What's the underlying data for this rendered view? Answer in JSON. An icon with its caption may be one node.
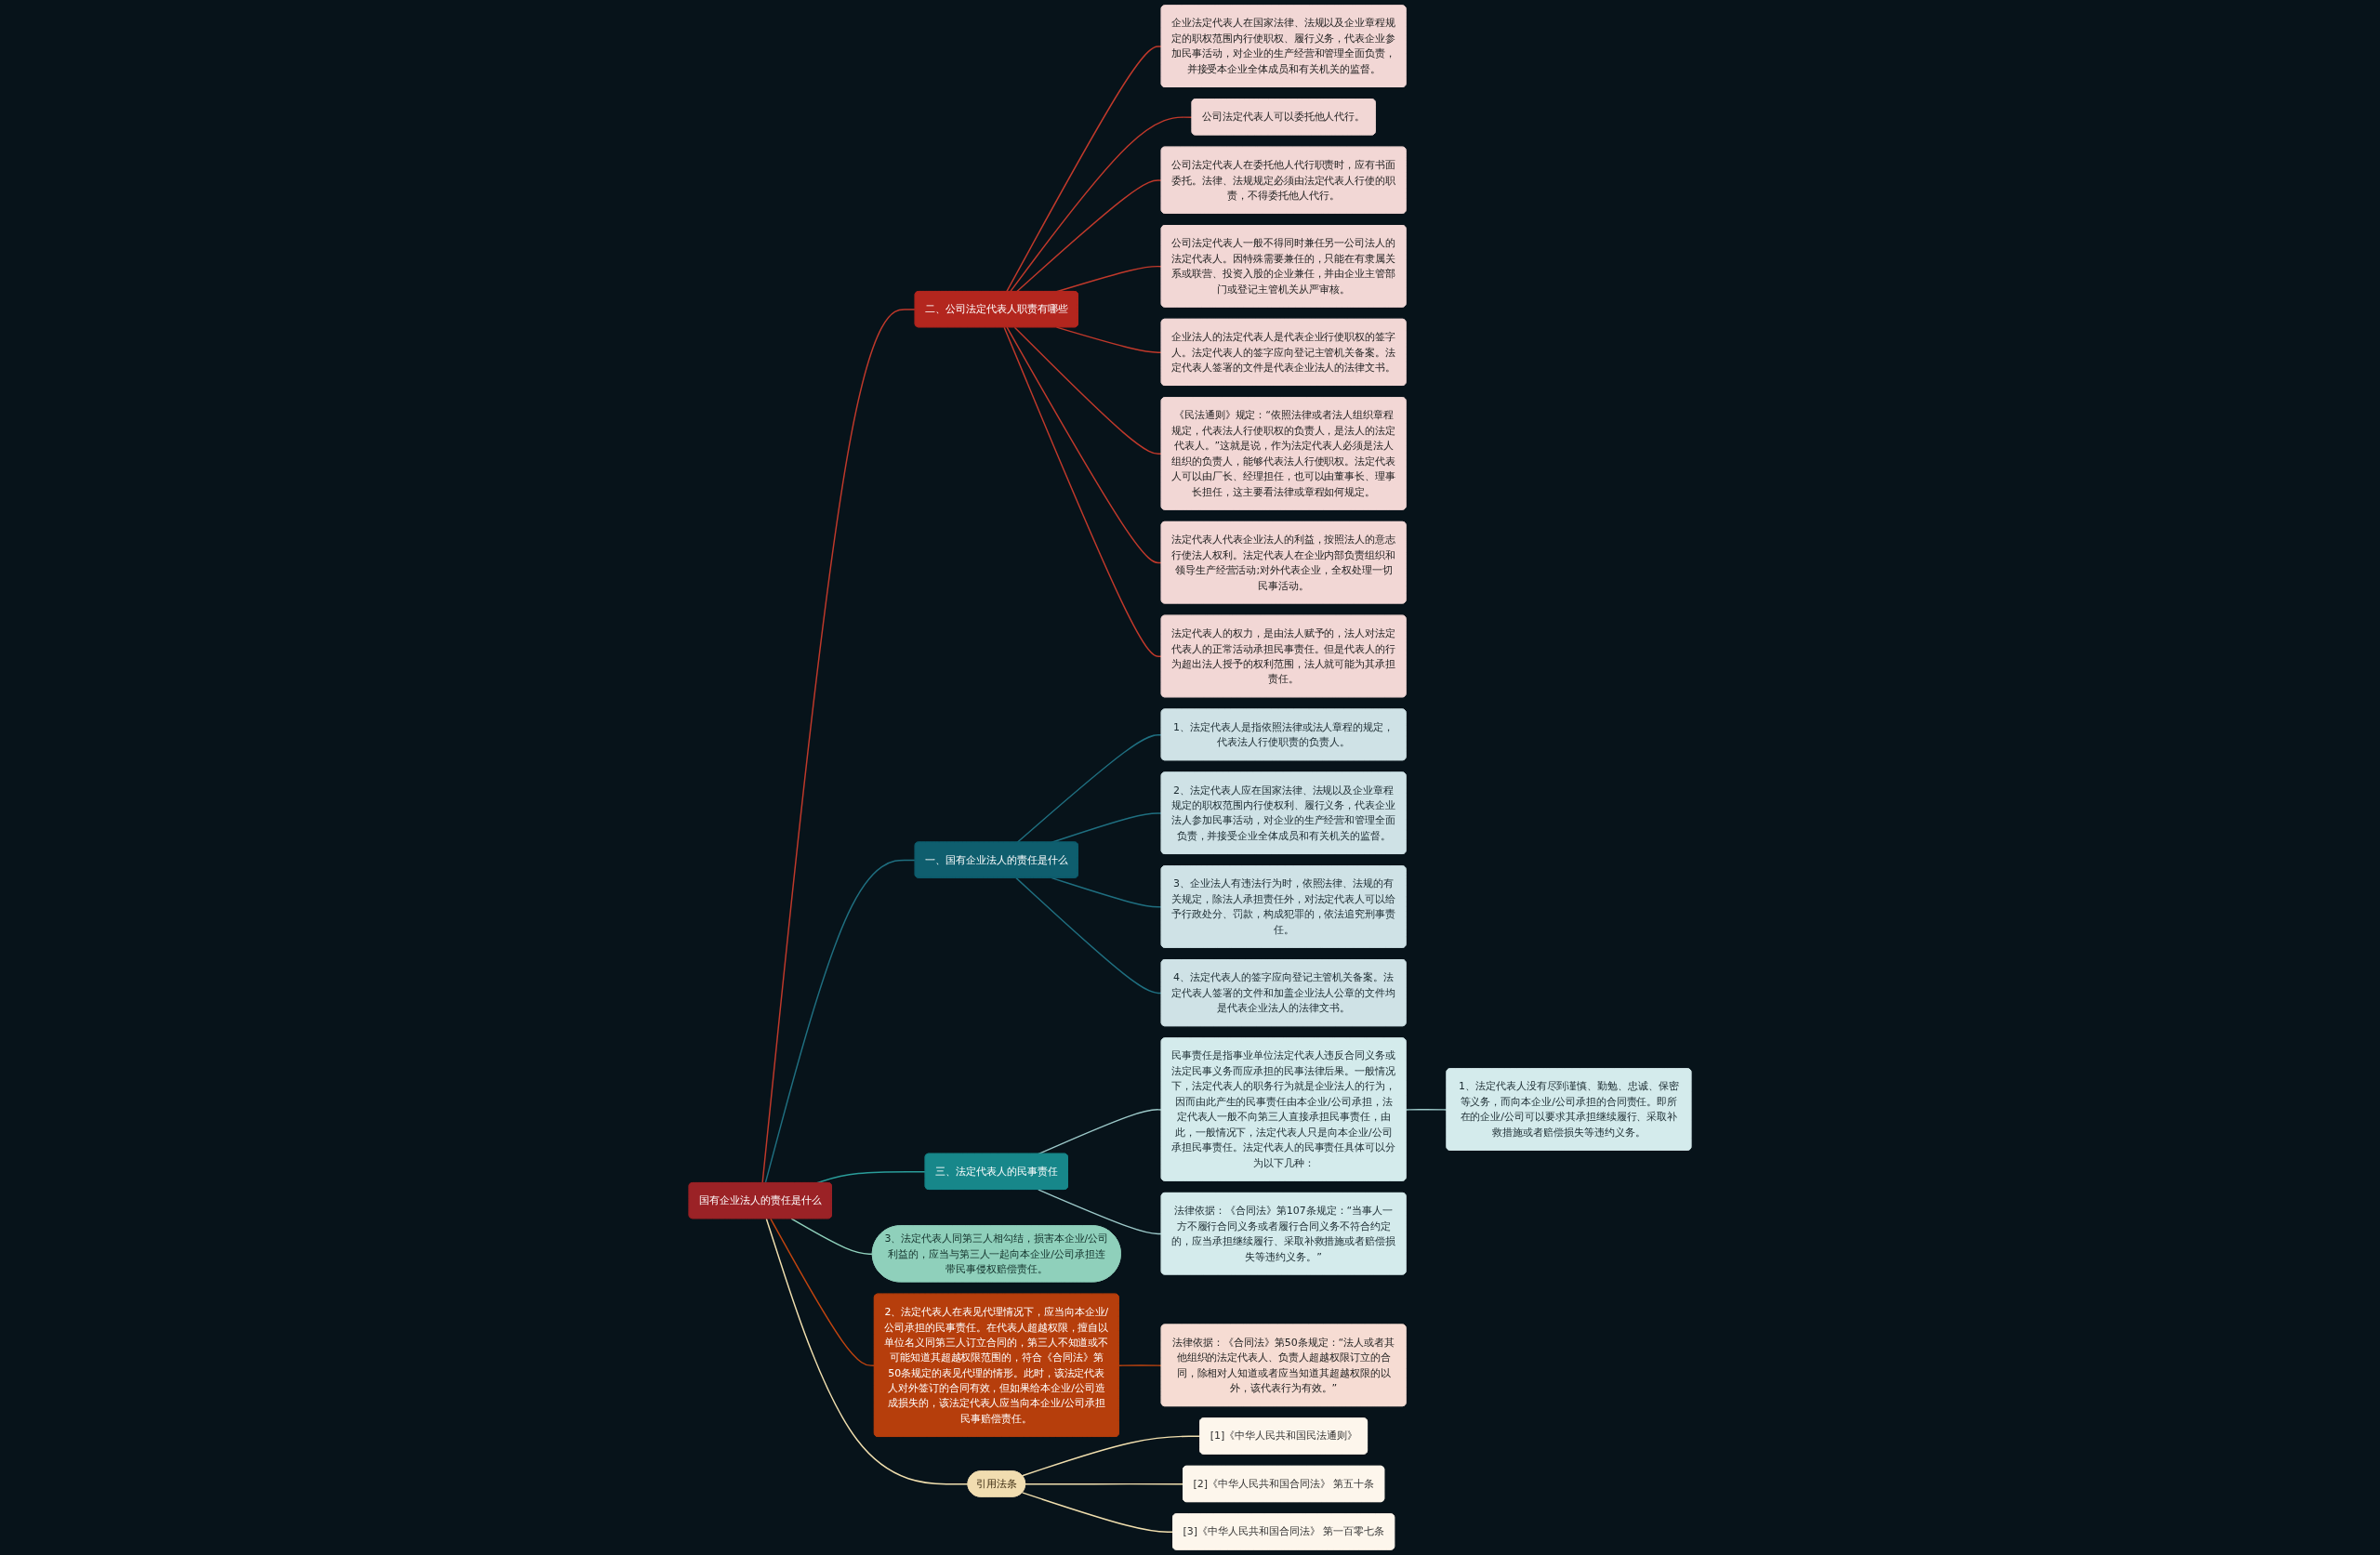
{
  "diagram": {
    "nodes": [
      {
        "text": [
          "国有企业法人的责任是什么"
        ]
      },
      {
        "text": [
          "二、公司法定代表人职责有哪些"
        ]
      },
      {
        "text": [
          "企业法定代表人在国家法律、法规以及企业章程规定的职权范围内行使职权、履行义务，代表企业参加民事活动，对企业的生产经营和管理全面负责，并接受本企业全体成员和有关机关的监督。"
        ]
      },
      {
        "text": [
          "公司法定代表人可以委托他人代行。"
        ]
      },
      {
        "text": [
          "公司法定代表人在委托他人代行职责时，应有书面委托。法律、法规规定必须由法定代表人行使的职责，不得委托他人代行。"
        ]
      },
      {
        "text": [
          "公司法定代表人一般不得同时兼任另一公司法人的法定代表人。因特殊需要兼任的，只能在有隶属关系或联营、投资入股的企业兼任，并由企业主管部门或登记主管机关从严审核。"
        ]
      },
      {
        "text": [
          "企业法人的法定代表人是代表企业行使职权的签字人。法定代表人的签字应向登记主管机关备案。法定代表人签署的文件是代表企业法人的法律文书。"
        ]
      },
      {
        "text": [
          "《民法通则》规定：“依照法律或者法人组织章程规定，代表法人行使职权的负责人，是法人的法定代表人。”这就是说，作为法定代表人必须是法人组织的负责人，能够代表法人行使职权。法定代表人可以由厂长、经理担任，也可以由董事长、理事长担任，这主要看法律或章程如何规定。"
        ]
      },
      {
        "text": [
          "法定代表人代表企业法人的利益，按照法人的意志行使法人权利。法定代表人在企业内部负责组织和领导生产经营活动;对外代表企业，全权处理一切民事活动。"
        ]
      },
      {
        "text": [
          "法定代表人的权力，是由法人赋予的，法人对法定代表人的正常活动承担民事责任。但是代表人的行为超出法人授予的权利范围，法人就可能为其承担责任。"
        ]
      },
      {
        "text": [
          "一、国有企业法人的责任是什么"
        ]
      },
      {
        "text": [
          "1、法定代表人是指依照法律或法人章程的规定，代表法人行使职责的负责人。"
        ]
      },
      {
        "text": [
          "2、法定代表人应在国家法律、法规以及企业章程规定的职权范围内行使权利、履行义务，代表企业法人参加民事活动，对企业的生产经营和管理全面负责，并接受企业全体成员和有关机关的监督。"
        ]
      },
      {
        "text": [
          "3、企业法人有违法行为时，依照法律、法规的有关规定，除法人承担责任外，对法定代表人可以给予行政处分、罚款，构成犯罪的，依法追究刑事责任。"
        ]
      },
      {
        "text": [
          "4、法定代表人的签字应向登记主管机关备案。法定代表人签署的文件和加盖企业法人公章的文件均是代表企业法人的法律文书。"
        ]
      },
      {
        "text": [
          "三、法定代表人的民事责任"
        ]
      },
      {
        "text": [
          "民事责任是指事业单位法定代表人违反合同义务或法定民事义务而应承担的民事法律后果。一般情况下，法定代表人的职务行为就是企业法人的行为，因而由此产生的民事责任由本企业/公司承担，法定代表人一般不向第三人直接承担民事责任，由此，一般情况下，法定代表人只是向本企业/公司承担民事责任。法定代表人的民事责任具体可以分为以下几种："
        ]
      },
      {
        "text": [
          "1、法定代表人没有尽到谨慎、勤勉、忠诚、保密等义务，而向本企业/公司承担的合同责任。即所在的企业/公司可以要求其承担继续履行、采取补救措施或者赔偿损失等违约义务。"
        ]
      },
      {
        "text": [
          "法律依据：《合同法》第107条规定：“当事人一方不履行合同义务或者履行合同义务不符合约定的，应当承担继续履行、采取补救措施或者赔偿损失等违约义务。”"
        ]
      },
      {
        "text": [
          "3、法定代表人同第三人相勾结，损害本企业/公司利益的，应当与第三人一起向本企业/公司承担连带民事侵权赔偿责任。"
        ]
      },
      {
        "text": [
          "2、法定代表人在表见代理情况下，应当向本企业/公司承担的民事责任。在代表人超越权限，擅自以单位名义同第三人订立合同的，第三人不知道或不可能知道其超越权限范围的，符合《合同法》第50条规定的表见代理的情形。此时，该法定代表人对外签订的合同有效，但如果给本企业/公司造成损失的，该法定代表人应当向本企业/公司承担民事赔偿责任。"
        ]
      },
      {
        "text": [
          "法律依据：《合同法》第50条规定：“法人或者其他组织的法定代表人、负责人超越权限订立的合同，除相对人知道或者应当知道其超越权限的以外，该代表行为有效。”"
        ]
      },
      {
        "text": [
          "引用法条"
        ]
      },
      {
        "text": [
          "[1]《中华人民共和国民法通则》"
        ]
      },
      {
        "text": [
          "[2]《中华人民共和国合同法》 第五十条"
        ]
      },
      {
        "text": [
          "[3]《中华人民共和国合同法》 第一百零七条"
        ]
      }
    ],
    "edges": [
      {
        "from": 0,
        "to": 1,
        "arrow": "none",
        "color": "#c0392b"
      },
      {
        "from": 1,
        "to": 2,
        "arrow": "none",
        "color": "#c0392b"
      },
      {
        "from": 1,
        "to": 3,
        "arrow": "none",
        "color": "#c0392b"
      },
      {
        "from": 1,
        "to": 4,
        "arrow": "none",
        "color": "#c0392b"
      },
      {
        "from": 1,
        "to": 5,
        "arrow": "none",
        "color": "#c0392b"
      },
      {
        "from": 1,
        "to": 6,
        "arrow": "none",
        "color": "#c0392b"
      },
      {
        "from": 1,
        "to": 7,
        "arrow": "none",
        "color": "#c0392b"
      },
      {
        "from": 1,
        "to": 8,
        "arrow": "none",
        "color": "#c0392b"
      },
      {
        "from": 1,
        "to": 9,
        "arrow": "none",
        "color": "#c0392b"
      },
      {
        "from": 0,
        "to": 10,
        "arrow": "none",
        "color": "#1f6f80"
      },
      {
        "from": 10,
        "to": 11,
        "arrow": "none",
        "color": "#1f6f80"
      },
      {
        "from": 10,
        "to": 12,
        "arrow": "none",
        "color": "#1f6f80"
      },
      {
        "from": 10,
        "to": 13,
        "arrow": "none",
        "color": "#1f6f80"
      },
      {
        "from": 10,
        "to": 14,
        "arrow": "none",
        "color": "#1f6f80"
      },
      {
        "from": 0,
        "to": 15,
        "arrow": "none",
        "color": "#2a9d9a"
      },
      {
        "from": 15,
        "to": 16,
        "arrow": "none",
        "color": "#9cc9c9"
      },
      {
        "from": 16,
        "to": 17,
        "arrow": "none",
        "color": "#9cc9c9"
      },
      {
        "from": 15,
        "to": 18,
        "arrow": "none",
        "color": "#9cc9c9"
      },
      {
        "from": 0,
        "to": 19,
        "arrow": "none",
        "color": "#8fd0bb"
      },
      {
        "from": 0,
        "to": 20,
        "arrow": "none",
        "color": "#c0440f"
      },
      {
        "from": 20,
        "to": 21,
        "arrow": "none",
        "color": "#c0440f"
      },
      {
        "from": 0,
        "to": 22,
        "arrow": "none",
        "color": "#f1dfae"
      },
      {
        "from": 22,
        "to": 23,
        "arrow": "none",
        "color": "#f1dfae"
      },
      {
        "from": 22,
        "to": 24,
        "arrow": "none",
        "color": "#f1dfae"
      },
      {
        "from": 22,
        "to": 25,
        "arrow": "none",
        "color": "#f1dfae"
      }
    ]
  }
}
